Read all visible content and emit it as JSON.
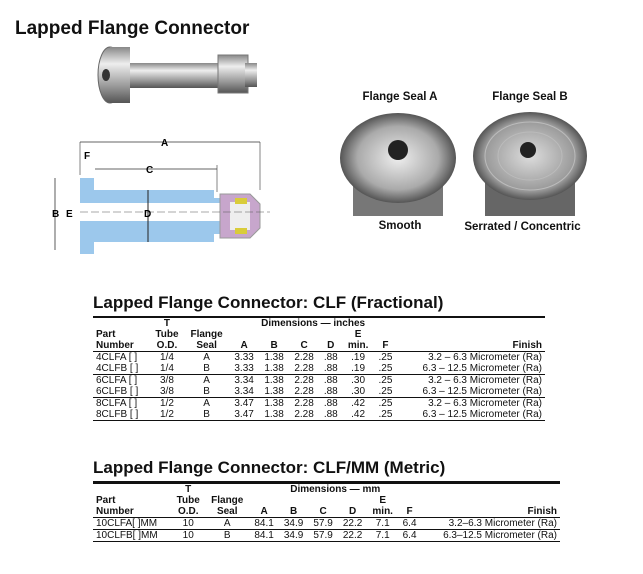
{
  "title": "Lapped Flange Connector",
  "diagram": {
    "labels": [
      "A",
      "F",
      "C",
      "B",
      "E",
      "D"
    ]
  },
  "seals": [
    {
      "title": "Flange Seal A",
      "caption": "Smooth"
    },
    {
      "title": "Flange Seal B",
      "caption": "Serrated / Concentric"
    }
  ],
  "fractional": {
    "title": "Lapped Flange Connector: CLF (Fractional)",
    "dims_header": "Dimensions — inches",
    "headers": {
      "t": "T",
      "tube": "Tube",
      "od": "O.D.",
      "part1": "Part",
      "part2": "Number",
      "flange1": "Flange",
      "flange2": "Seal",
      "a": "A",
      "b": "B",
      "c": "C",
      "d": "D",
      "e1": "E",
      "e2": "min.",
      "f": "F",
      "finish": "Finish"
    },
    "rows": [
      [
        "4CLFA [ ]",
        "1/4",
        "A",
        "3.33",
        "1.38",
        "2.28",
        ".88",
        ".19",
        ".25",
        "3.2 – 6.3 Micrometer (Ra)"
      ],
      [
        "4CLFB [ ]",
        "1/4",
        "B",
        "3.33",
        "1.38",
        "2.28",
        ".88",
        ".19",
        ".25",
        "6.3 – 12.5 Micrometer (Ra)"
      ],
      [
        "6CLFA [ ]",
        "3/8",
        "A",
        "3.34",
        "1.38",
        "2.28",
        ".88",
        ".30",
        ".25",
        "3.2 – 6.3 Micrometer (Ra)"
      ],
      [
        "6CLFB [ ]",
        "3/8",
        "B",
        "3.34",
        "1.38",
        "2.28",
        ".88",
        ".30",
        ".25",
        "6.3 – 12.5 Micrometer (Ra)"
      ],
      [
        "8CLFA [ ]",
        "1/2",
        "A",
        "3.47",
        "1.38",
        "2.28",
        ".88",
        ".42",
        ".25",
        "3.2 – 6.3 Micrometer (Ra)"
      ],
      [
        "8CLFB [ ]",
        "1/2",
        "B",
        "3.47",
        "1.38",
        "2.28",
        ".88",
        ".42",
        ".25",
        "6.3 – 12.5 Micrometer (Ra)"
      ]
    ]
  },
  "metric": {
    "title": "Lapped Flange Connector: CLF/MM (Metric)",
    "dims_header": "Dimensions — mm",
    "headers": {
      "t": "T",
      "tube": "Tube",
      "od": "O.D.",
      "part1": "Part",
      "part2": "Number",
      "flange1": "Flange",
      "flange2": "Seal",
      "a": "A",
      "b": "B",
      "c": "C",
      "d": "D",
      "e1": "E",
      "e2": "min.",
      "f": "F",
      "finish": "Finish"
    },
    "rows": [
      [
        "10CLFA[ ]MM",
        "10",
        "A",
        "84.1",
        "34.9",
        "57.9",
        "22.2",
        "7.1",
        "6.4",
        "3.2–6.3 Micrometer (Ra)"
      ],
      [
        "10CLFB[ ]MM",
        "10",
        "B",
        "84.1",
        "34.9",
        "57.9",
        "22.2",
        "7.1",
        "6.4",
        "6.3–12.5 Micrometer (Ra)"
      ]
    ]
  }
}
